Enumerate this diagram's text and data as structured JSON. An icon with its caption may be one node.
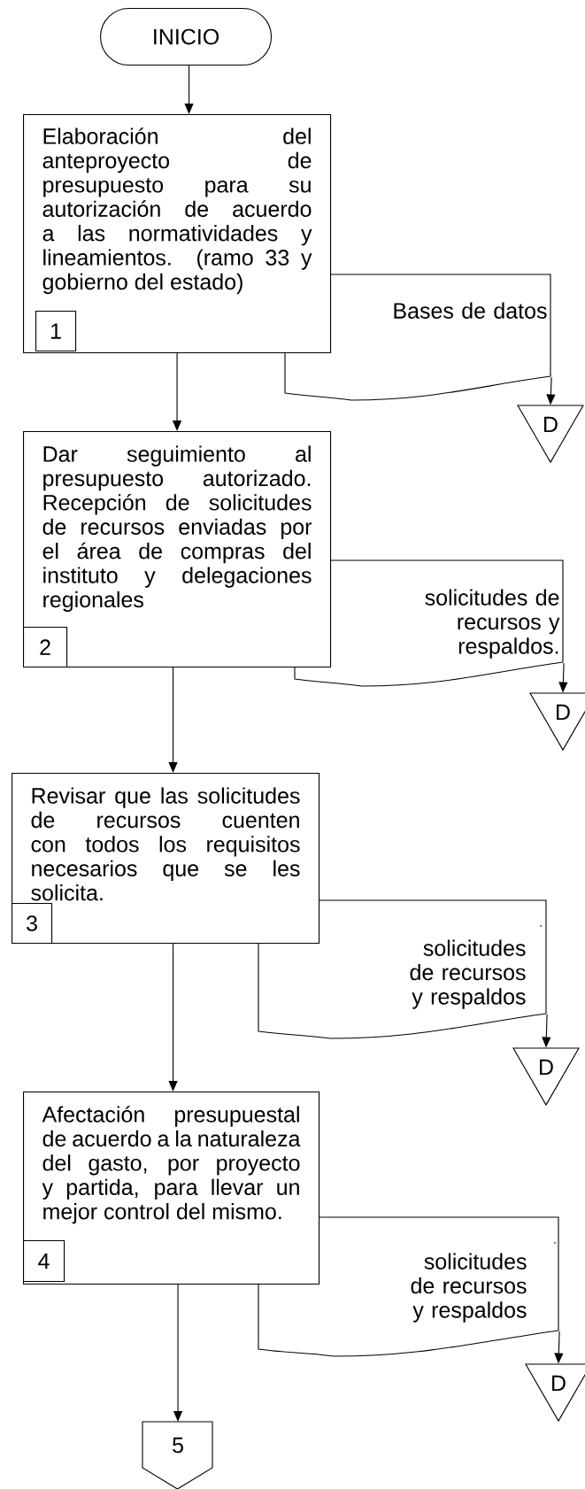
{
  "diagram": {
    "nodes": [
      {
        "text": [
          "INICIO"
        ]
      },
      {
        "text": [
          "Elaboración del anteproyecto de presupuesto para su autorización de acuerdo a las normatividades y lineamientos. (ramo 33 y gobierno del estado)"
        ]
      },
      {
        "text": [
          "1"
        ],
        "in": 1
      },
      {
        "text": [
          "Bases de datos"
        ]
      },
      {
        "text": [
          "D"
        ]
      },
      {
        "text": [
          "Dar seguimiento al presupuesto autorizado. Recepción de solicitudes de recursos enviadas por el área de compras del instituto y delegaciones regionales"
        ]
      },
      {
        "text": [
          "2"
        ],
        "in": 5
      },
      {
        "text": [
          "solicitudes de recursos y respaldos."
        ]
      },
      {
        "text": [
          "D"
        ]
      },
      {
        "text": [
          "Revisar que las solicitudes de recursos cuenten con todos los requisitos necesarios que se les solicita."
        ]
      },
      {
        "text": [
          "3"
        ],
        "in": 9
      },
      {
        "text": [
          "solicitudes de recursos y respaldos"
        ]
      },
      {
        "text": [
          "D"
        ]
      },
      {
        "text": [
          "Afectación presupuestal de acuerdo a la naturaleza del gasto, por proyecto y partida, para llevar un mejor control del mismo."
        ]
      },
      {
        "text": [
          "4"
        ],
        "in": 13
      },
      {
        "text": [
          "solicitudes de recursos y respaldos"
        ]
      },
      {
        "text": [
          "D"
        ]
      },
      {
        "text": [
          "5"
        ]
      }
    ],
    "edges": [
      {
        "from": 0,
        "to": 1,
        "arrow": "to"
      },
      {
        "from": 1,
        "to": 5,
        "arrow": "to"
      },
      {
        "from": 5,
        "to": 9,
        "arrow": "to"
      },
      {
        "from": 9,
        "to": 13,
        "arrow": "to"
      },
      {
        "from": 13,
        "to": 17,
        "arrow": "to"
      },
      {
        "from": 3,
        "to": 4,
        "arrow": "to"
      },
      {
        "from": 7,
        "to": 8,
        "arrow": "to"
      },
      {
        "from": 11,
        "to": 12,
        "arrow": "to"
      },
      {
        "from": 15,
        "to": 16,
        "arrow": "to"
      }
    ],
    "labels": [
      ".",
      "."
    ]
  }
}
